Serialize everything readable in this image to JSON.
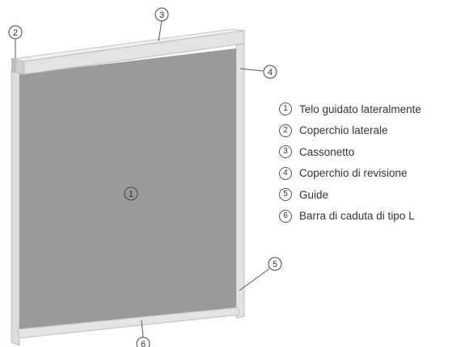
{
  "callouts": [
    "1",
    "2",
    "3",
    "4",
    "5",
    "6"
  ],
  "legend": [
    {
      "num": "1",
      "label": "Telo guidato lateralmente"
    },
    {
      "num": "2",
      "label": "Coperchio laterale"
    },
    {
      "num": "3",
      "label": "Cassonetto"
    },
    {
      "num": "4",
      "label": "Coperchio di revisione"
    },
    {
      "num": "5",
      "label": "Guide"
    },
    {
      "num": "6",
      "label": "Barra di caduta di tipo L"
    }
  ],
  "colors": {
    "fabric": "#9a9a9a",
    "frame": "#e6e6e6",
    "frame_shadow": "#c8c8c8",
    "line": "#555555"
  }
}
